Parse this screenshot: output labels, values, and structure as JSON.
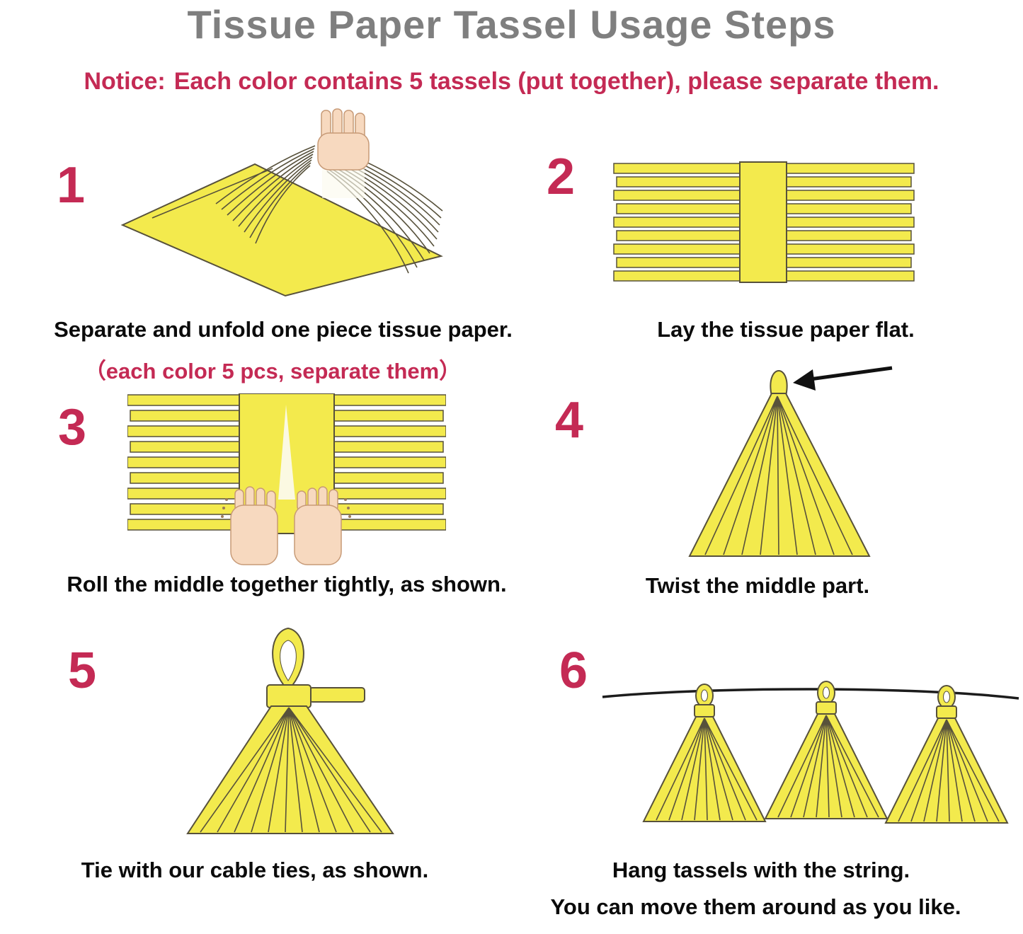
{
  "title": "Tissue Paper Tassel Usage Steps",
  "notice": {
    "label": "Notice:",
    "text": "Each color contains 5 tassels (put together), please separate them."
  },
  "steps": [
    {
      "number": "1",
      "caption": "Separate and unfold one piece tissue paper.",
      "subcaption": "（each color 5 pcs, separate them）"
    },
    {
      "number": "2",
      "caption": "Lay the tissue paper flat."
    },
    {
      "number": "3",
      "caption": "Roll the middle together tightly, as shown."
    },
    {
      "number": "4",
      "caption": "Twist the middle part."
    },
    {
      "number": "5",
      "caption": "Tie with our cable ties, as shown."
    },
    {
      "number": "6",
      "caption": "Hang tassels with the string.",
      "subcaption": "You can move them around as you like."
    }
  ],
  "colors": {
    "accent": "#c42a54",
    "title_gray": "#7f7f7f",
    "ink": "#0b0b0b",
    "paper": "#f3ea4d",
    "outline": "#57513b",
    "skin": "#f7d9bf",
    "skin_line": "#c79a77",
    "string": "#1c1c1c"
  }
}
